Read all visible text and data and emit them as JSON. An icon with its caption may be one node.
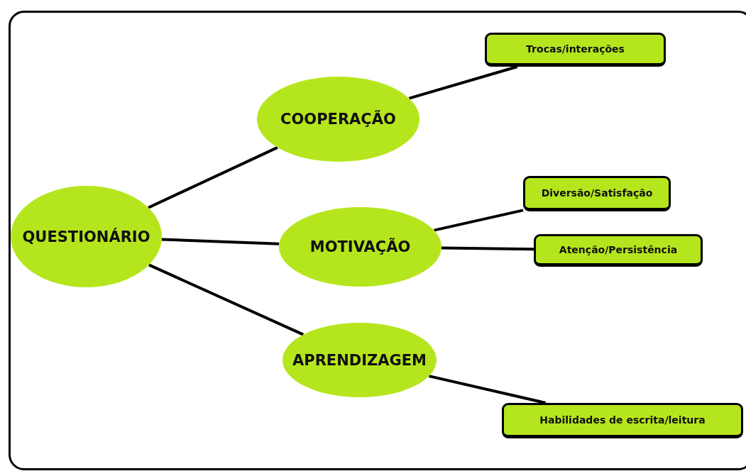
{
  "diagram": {
    "nodes": [
      {
        "text": [
          "QUESTIONÁRIO"
        ]
      },
      {
        "text": [
          "COOPERAÇÃO"
        ]
      },
      {
        "text": [
          "MOTIVAÇÃO"
        ]
      },
      {
        "text": [
          "APRENDIZAGEM"
        ]
      },
      {
        "text": [
          "Trocas/interações"
        ]
      },
      {
        "text": [
          "Diversão/Satisfação"
        ]
      },
      {
        "text": [
          "Atenção/Persistência"
        ]
      },
      {
        "text": [
          "Habilidades de escrita/leitura"
        ]
      }
    ],
    "edges": [
      {
        "from": 0,
        "to": 1,
        "arrow": "none"
      },
      {
        "from": 0,
        "to": 2,
        "arrow": "none"
      },
      {
        "from": 0,
        "to": 3,
        "arrow": "none"
      },
      {
        "from": 1,
        "to": 4,
        "arrow": "none"
      },
      {
        "from": 2,
        "to": 5,
        "arrow": "none"
      },
      {
        "from": 2,
        "to": 6,
        "arrow": "none"
      },
      {
        "from": 3,
        "to": 7,
        "arrow": "none"
      }
    ]
  }
}
